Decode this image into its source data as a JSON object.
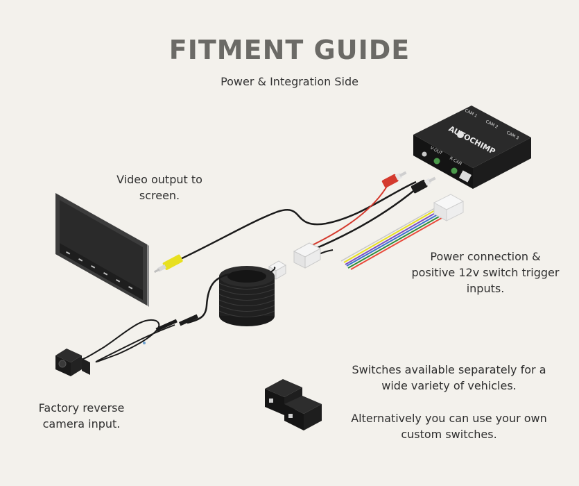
{
  "title": "FITMENT GUIDE",
  "subtitle": "Power & Integration Side",
  "captions": {
    "video_output": "Video output to screen.",
    "power_connection": "Power connection & positive 12v switch trigger inputs.",
    "factory_camera": "Factory reverse camera input.",
    "switches_available": "Switches available separately for a wide variety of vehicles.",
    "custom_switches": "Alternatively you can use your own custom switches."
  },
  "device": {
    "brand": "AUTOCHIMP",
    "ports_top": [
      "CAM 1",
      "CAM 2",
      "CAM 3"
    ],
    "ports_front": [
      "V-OUT",
      "R-CAN"
    ]
  },
  "colors": {
    "background": "#f3f1ec",
    "title": "#6b6a66",
    "rca_yellow": "#e8e020",
    "rca_red": "#d43a2e",
    "wire_colors": [
      "#e84a3a",
      "#2e8b3a",
      "#7a4fc0",
      "#3a6fd0",
      "#e8e020",
      "#c8c8c8"
    ]
  }
}
